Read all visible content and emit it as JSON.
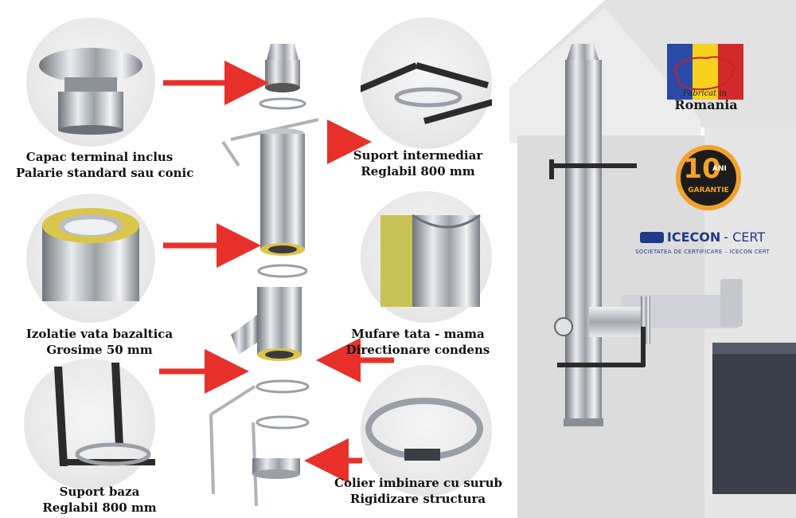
{
  "features": [
    {
      "line1": "Capac terminal inclus",
      "line2": "Palarie standard sau conic"
    },
    {
      "line1": "Izolatie vata bazaltica",
      "line2": "Grosime 50 mm"
    },
    {
      "line1": "Suport baza",
      "line2": "Reglabil 800 mm"
    },
    {
      "line1": "Suport intermediar",
      "line2": "Reglabil 800 mm"
    },
    {
      "line1": "Mufare tata - mama",
      "line2": "Directionare condens"
    },
    {
      "line1": "Colier imbinare cu surub",
      "line2": "Rigidizare structura"
    }
  ],
  "badges": {
    "romania": {
      "line1": "Fabricat in",
      "line2": "Romania"
    },
    "warranty": {
      "number": "10",
      "unit": "ANI",
      "label": "GARANTIE"
    },
    "cert": {
      "brand": "ICECON",
      "suffix": "- CERT",
      "subtitle": "SOCIETATEA DE CERTIFICARE – ICECON CERT"
    }
  },
  "colors": {
    "arrow": "#e8302a",
    "steel": "#c9cdd2",
    "insulation": "#e6d24a",
    "badge_orange": "#f2a12a",
    "badge_dark": "#1c1c1c",
    "cert_blue": "#1f3a8a",
    "house": "#d6d6d6"
  }
}
